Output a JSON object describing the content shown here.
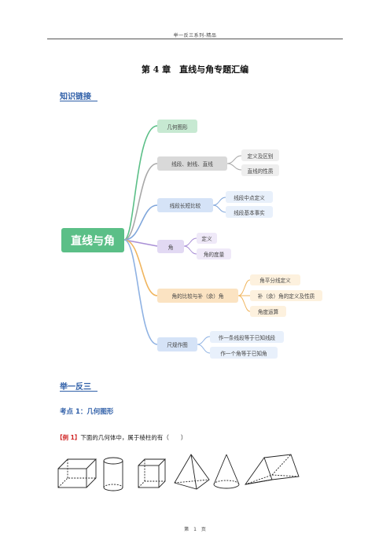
{
  "header": {
    "series": "举一反三系列-精品"
  },
  "title": "第 4 章　直线与角专题汇编",
  "sections": {
    "knowledge": "知识链接",
    "examples": "举一反三"
  },
  "mindmap": {
    "root": "直线与角",
    "branches": [
      {
        "label": "几何图形",
        "children": []
      },
      {
        "label": "线段、射线、直线",
        "children": [
          "定义及区别",
          "直线的性质"
        ]
      },
      {
        "label": "线段长短比较",
        "children": [
          "线段中点定义",
          "线段基本事实"
        ]
      },
      {
        "label": "角",
        "children": [
          "定义",
          "角的度量"
        ]
      },
      {
        "label": "角的比较与补（余）角",
        "children": [
          "角平分线定义",
          "补（余）角的定义及性质",
          "角度运算"
        ]
      },
      {
        "label": "尺规作图",
        "children": [
          "作一条线段等于已知线段",
          "作一个角等于已知角"
        ]
      }
    ]
  },
  "kaodian": "考点 1：几何图形",
  "example": {
    "tag": "【例 1】",
    "text": "下面的几何体中，属于棱柱的有（　　）"
  },
  "solids": [
    "cuboid",
    "cylinder",
    "cube",
    "triangular-pyramid",
    "cone",
    "triangular-prism"
  ],
  "footer": "第　1　页",
  "colors": {
    "root": "#5bbf87",
    "branch_green": "#c7e9d2",
    "branch_gray": "#d9d9d9",
    "branch_blue": "#d5e3f7",
    "branch_purple": "#e2d9f3",
    "branch_orange": "#fbe3c2",
    "heading_blue": "#2f5fa8"
  }
}
